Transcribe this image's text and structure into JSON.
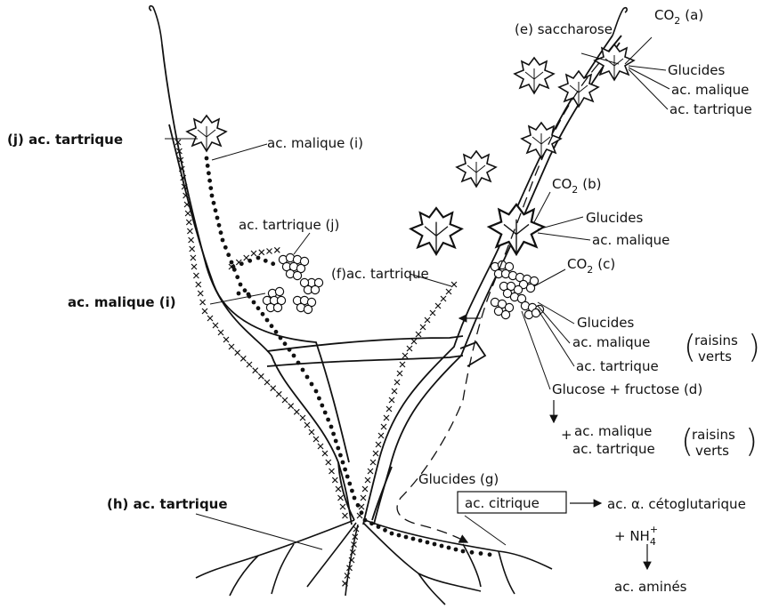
{
  "colors": {
    "ink": "#111111",
    "background": "#ffffff"
  },
  "icons": [
    "vine-diagram",
    "leaf-icon",
    "grape-cluster-icon",
    "root-system",
    "arrow-icon"
  ],
  "labels": {
    "e_saccharose": "(e) saccharose",
    "co2_a": "CO",
    "co2_a_sub": "2",
    "co2_a_tag": "(a)",
    "glucides_a": "Glucides",
    "malique_a": "ac. malique",
    "tartrique_a": "ac. tartrique",
    "j_tartrique_top": "(j) ac. tartrique",
    "i_malique_top": "ac. malique (i)",
    "co2_b": "CO",
    "co2_b_sub": "2",
    "co2_b_tag": "(b)",
    "glucides_b": "Glucides",
    "malique_b": "ac. malique",
    "j_tartrique_mid": "ac. tartrique (j)",
    "f_tartrique": "(f)ac. tartrique",
    "co2_c": "CO",
    "co2_c_sub": "2",
    "co2_c_tag": "(c)",
    "i_malique_mid": "ac. malique (i)",
    "glucides_c": "Glucides",
    "malique_c": "ac. malique",
    "raisins_1": "raisins",
    "verts_1": "verts",
    "tartrique_c": "ac. tartrique",
    "glucose_fructose": "Glucose + fructose (d)",
    "plus_1": "+",
    "malique_d": "ac. malique",
    "tartrique_d": "ac. tartrique",
    "raisins_2": "raisins",
    "verts_2": "verts",
    "glucides_g": "Glucides (g)",
    "citrique": "ac. citrique",
    "cetoglutarique": "ac. α. cétoglutarique",
    "nh4": "+ NH",
    "nh4_sub": "4",
    "nh4_sup": "+",
    "h_tartrique": "(h) ac. tartrique",
    "amines": "ac. aminés"
  }
}
